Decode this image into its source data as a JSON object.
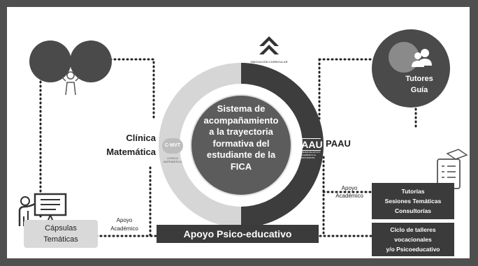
{
  "center": {
    "title_lines": [
      "Sistema de",
      "acompañamiento",
      "a la trayectoria",
      "formativa del",
      "estudiante  de la",
      "FICA"
    ]
  },
  "left_program": {
    "title_lines": [
      "Clínica",
      "Matemática"
    ],
    "logo_text": "C·MVT",
    "logo_caption_lines": [
      "CLÍNICA",
      "MATEMÁTICA"
    ]
  },
  "right_program": {
    "title": "PAAU",
    "logo_text": "PAAU",
    "logo_caption_lines": [
      "PROGRAMA DE APOYO",
      "ACADÉMICO AL ESTUDIANTE"
    ]
  },
  "top_logo": {
    "caption": "INNOVACIÓN CURRICULAR"
  },
  "tutores": {
    "label_lines": [
      "Tutores",
      "Guía"
    ]
  },
  "services_box": {
    "lines": [
      "Tutorías",
      "Sesiones Temáticas",
      "Consultorías"
    ]
  },
  "talleres_box": {
    "lines": [
      "Ciclo de talleres",
      "vocacionales",
      "y/o Psicoeducativo"
    ]
  },
  "capsulas": {
    "lines": [
      "Cápsulas",
      "Temáticas"
    ]
  },
  "apoyo_left": {
    "lines": [
      "Apoyo",
      "Académico"
    ]
  },
  "apoyo_right": {
    "lines": [
      "Apoyo",
      "Académico"
    ]
  },
  "bottom_banner": {
    "label": "Apoyo Psico-educativo"
  },
  "colors": {
    "dark_ring": "#3d3d3d",
    "light_ring": "#d6d6d6",
    "center_disc": "#5c5c5c",
    "frame": "#4f4f4f",
    "capsule_box": "#d9d9d9"
  }
}
